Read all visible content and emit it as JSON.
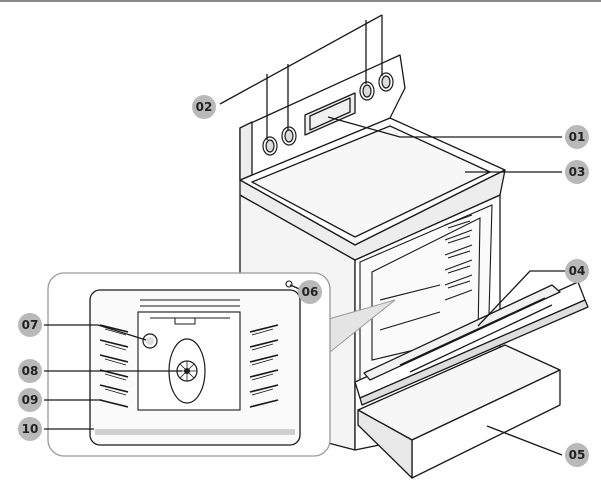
{
  "colors": {
    "line": "#1a1a1a",
    "callout_fill": "#b9b9b9",
    "inset_border": "#9a9a9a",
    "panel_fill": "#ffffff",
    "shade": "#e4e4e4"
  },
  "callouts": [
    {
      "id": "c01",
      "text": "01"
    },
    {
      "id": "c02",
      "text": "02"
    },
    {
      "id": "c03",
      "text": "03"
    },
    {
      "id": "c04",
      "text": "04"
    },
    {
      "id": "c05",
      "text": "05"
    },
    {
      "id": "c06",
      "text": "06"
    },
    {
      "id": "c07",
      "text": "07"
    },
    {
      "id": "c08",
      "text": "08"
    },
    {
      "id": "c09",
      "text": "09"
    },
    {
      "id": "c10",
      "text": "10"
    }
  ]
}
